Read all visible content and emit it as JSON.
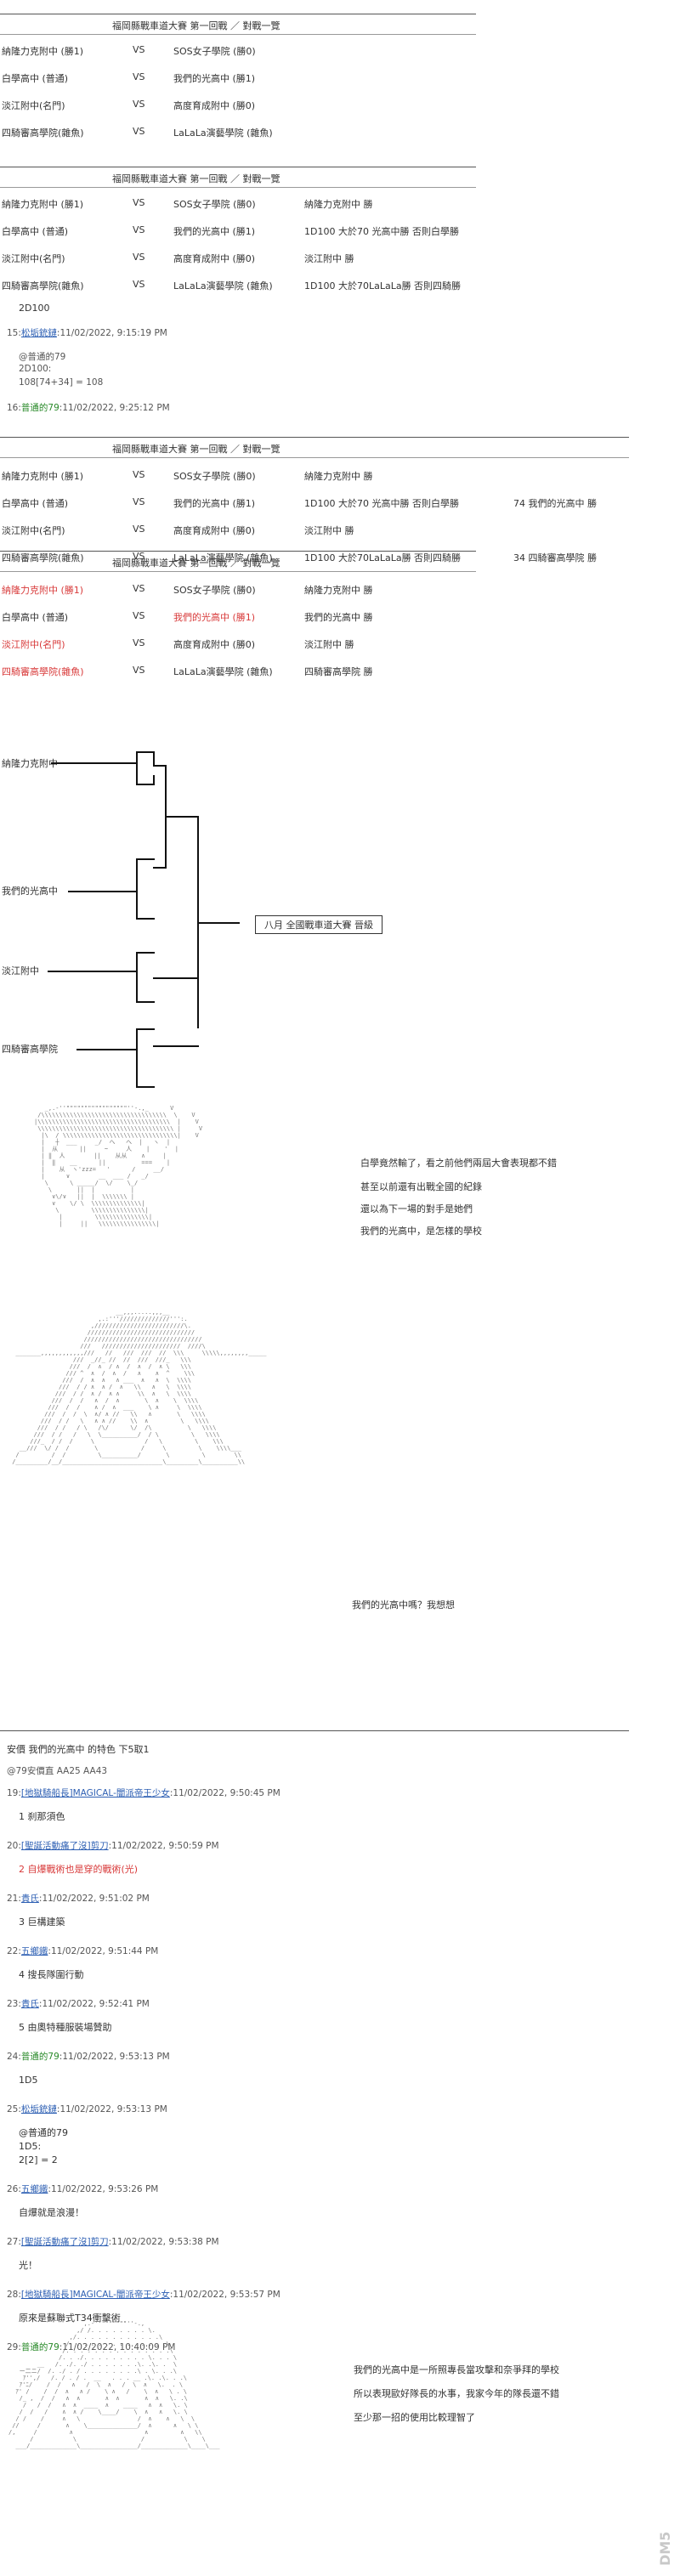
{
  "title_line": "福岡縣戰車道大賽 第一回戰 ／ 對戰一覽",
  "vs": "VS",
  "table1": [
    {
      "a": "納隆力克附中 (勝1)",
      "b": "SOS女子學院 (勝0)"
    },
    {
      "a": "白學高中 (普通)",
      "b": "我們的光高中 (勝1)"
    },
    {
      "a": "淡江附中(名門)",
      "b": "高度育成附中 (勝0)"
    },
    {
      "a": "四騎審高學院(雜魚)",
      "b": "LaLaLa演藝學院 (雜魚)"
    }
  ],
  "table2": [
    {
      "a": "納隆力克附中 (勝1)",
      "b": "SOS女子學院 (勝0)",
      "r": "納隆力克附中 勝"
    },
    {
      "a": "白學高中 (普通)",
      "b": "我們的光高中 (勝1)",
      "r": "1D100 大於70 光高中勝 否則白學勝"
    },
    {
      "a": "淡江附中(名門)",
      "b": "高度育成附中 (勝0)",
      "r": "淡江附中 勝"
    },
    {
      "a": "四騎審高學院(雜魚)",
      "b": "LaLaLa演藝學院 (雜魚)",
      "r": "1D100 大於70LaLaLa勝 否則四騎勝"
    }
  ],
  "dice_block": {
    "l1": "2D100",
    "p15": "15:",
    "p15_name": "松垢銃鏈",
    "p15_time": ":11/02/2022, 9:15:19 PM",
    "q1": "@普通的79",
    "q2": "2D100:",
    "q3": "108[74+34] = 108",
    "p16": "16:",
    "p16_name": "普通的79",
    "p16_time": ":11/02/2022, 9:25:12 PM"
  },
  "table3": [
    {
      "a": "納隆力克附中 (勝1)",
      "b": "SOS女子學院 (勝0)",
      "r": "納隆力克附中 勝",
      "x": ""
    },
    {
      "a": "白學高中 (普通)",
      "b": "我們的光高中 (勝1)",
      "r": "1D100 大於70 光高中勝 否則白學勝",
      "x": "74 我們的光高中 勝"
    },
    {
      "a": "淡江附中(名門)",
      "b": "高度育成附中 (勝0)",
      "r": "淡江附中 勝",
      "x": ""
    },
    {
      "a": "四騎審高學院(雜魚)",
      "b": "LaLaLa演藝學院 (雜魚)",
      "r": "1D100 大於70LaLaLa勝 否則四騎勝",
      "x": "34 四騎審高學院 勝"
    }
  ],
  "table4": [
    {
      "a": "納隆力克附中 (勝1)",
      "b": "SOS女子學院 (勝0)",
      "r": "納隆力克附中 勝",
      "red": "a"
    },
    {
      "a": "白學高中 (普通)",
      "b": "我們的光高中 (勝1)",
      "r": "我們的光高中 勝",
      "red": "b"
    },
    {
      "a": "淡江附中(名門)",
      "b": "高度育成附中 (勝0)",
      "r": "淡江附中 勝",
      "red": "a"
    },
    {
      "a": "四騎審高學院(雜魚)",
      "b": "LaLaLa演藝學院 (雜魚)",
      "r": "四騎審高學院 勝",
      "red": "a"
    }
  ],
  "bracket": {
    "t1": "納隆力克附中",
    "t2": "我們的光高中",
    "t3": "淡江附中",
    "t4": "四騎審高學院",
    "final": "八月 全國戰車道大賽 晉級"
  },
  "aa1_text": [
    "白學竟然輸了，看之前他們兩屆大會表現都不錯",
    "甚至以前還有出戰全國的紀錄",
    "還以為下一場的對手是她們",
    "我們的光高中，是怎樣的學校"
  ],
  "aa2_text": "我們的光高中嗎？我想想",
  "posts": [
    {
      "id": "h",
      "text": "安價 我們的光高中 的特色 下5取1"
    },
    {
      "id": "a",
      "text": "@79安價直 AA25 AA43"
    },
    {
      "num": "19:",
      "name": "[地獄騎船長]MAGICAL-闇派帝王少女",
      "time": ":11/02/2022, 9:50:45 PM",
      "body": "1 刹那須色"
    },
    {
      "num": "20:",
      "name": "[聖誕活動痛了沒]剪刀",
      "time": ":11/02/2022, 9:50:59 PM",
      "body": "2 自爆戰術也是穿的戰術(光)"
    },
    {
      "num": "21:",
      "name": "貴氏",
      "time": ":11/02/2022, 9:51:02 PM",
      "body": "3 巨構建築"
    },
    {
      "num": "22:",
      "name": "五鄉鐵",
      "time": ":11/02/2022, 9:51:44 PM",
      "body": "4 搜長隊圍行動"
    },
    {
      "num": "23:",
      "name": "貴氏",
      "time": ":11/02/2022, 9:52:41 PM",
      "body": "5 由奧特種服裝場贊助"
    },
    {
      "num": "24:",
      "name": "普通的79",
      "time": ":11/02/2022, 9:53:13 PM",
      "body": "1D5"
    },
    {
      "num": "25:",
      "name": "松垢銃鏈",
      "time": ":11/02/2022, 9:53:13 PM",
      "body": "@普通的79\n1D5:\n2[2] = 2"
    },
    {
      "num": "26:",
      "name": "五鄉鐵",
      "time": ":11/02/2022, 9:53:26 PM",
      "body": "自爆就是浪漫！"
    },
    {
      "num": "27:",
      "name": "[聖誕活動痛了沒]剪刀",
      "time": ":11/02/2022, 9:53:38 PM",
      "body": "光！"
    },
    {
      "num": "28:",
      "name": "[地獄騎船長]MAGICAL-闇派帝王少女",
      "time": ":11/02/2022, 9:53:57 PM",
      "body": "原來是蘇聯式T34衝擊術"
    },
    {
      "num": "29:",
      "name": "普通的79",
      "time": ":11/02/2022, 10:40:09 PM",
      "body": ""
    }
  ],
  "aa3_text": [
    "我們的光高中是一所照專長當攻擊和奈爭拜的學校",
    "所以表現歐好隊長的水事，我家今年的隊長還不錯",
    "至少那一招的使用比較理智了"
  ],
  "watermark": "DM5"
}
